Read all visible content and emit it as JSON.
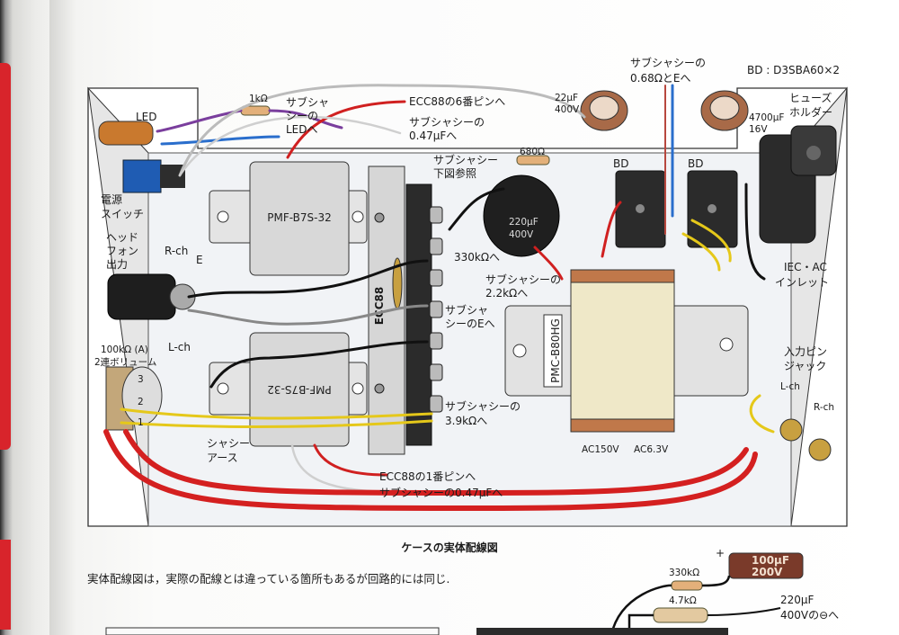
{
  "caption": "ケースの実体配線図",
  "note": "実体配線図は，実際の配線とは違っている箇所もあるが回路的には同じ.",
  "diagram": {
    "transformer_top": "PMF-B7S-32",
    "transformer_bottom": "PMF-B7S-32",
    "power_transformer": "PMC-B80HG",
    "tube_label": "ECC88",
    "bd": "BD",
    "block_cap_value": "220μF",
    "block_cap_voltage": "400V",
    "labels": {
      "led": "LED",
      "r1k": "1kΩ",
      "sub_chassis_led_1": "サブシャ",
      "sub_chassis_led_2": "シーの",
      "sub_chassis_led_3": "LEDへ",
      "ecc88_pin6": "ECC88の6番ピンへ",
      "sub_047_top_1": "サブシャシーの",
      "sub_047_top_2": "0.47μFへ",
      "sub_see_1": "サブシャシー",
      "sub_see_2": "下図参照",
      "r680": "680Ω",
      "power_switch_1": "電源",
      "power_switch_2": "スイッチ",
      "headphone_1": "ヘッド",
      "headphone_2": "フォン",
      "headphone_3": "出力",
      "r_ch": "R-ch",
      "e": "E",
      "l_ch": "L-ch",
      "volume_1": "100kΩ (A)",
      "volume_2": "2連ボリューム",
      "pot_3": "3",
      "pot_2": "2",
      "pot_1": "1",
      "chassis_earth_1": "シャシー",
      "chassis_earth_2": "アース",
      "r330k": "330kΩへ",
      "sub_22k_1": "サブシャシーの",
      "sub_22k_2": "2.2kΩへ",
      "sub_e_1": "サブシャ",
      "sub_e_2": "シーのEへ",
      "sub_39k_1": "サブシャシーの",
      "sub_39k_2": "3.9kΩへ",
      "ecc88_pin1": "ECC88の1番ピンへ",
      "sub_047_bottom": "サブシャシーの0.47μFへ",
      "ac150": "AC150V",
      "ac63": "AC6.3V",
      "cap22uf": "22μF",
      "cap22v": "400V",
      "sub_068_1": "サブシャシーの",
      "sub_068_2": "0.68ΩとEへ",
      "bd_spec": "BD : D3SBA60×2",
      "cap4700uf": "4700μF",
      "cap4700v": "16V",
      "fuse_1": "ヒューズ",
      "fuse_2": "ホルダー",
      "iec_1": "IEC・AC",
      "iec_2": "インレット",
      "input_pin_1": "入力ピン",
      "input_pin_2": "ジャック"
    }
  },
  "lower": {
    "cap_value": "100μF",
    "cap_voltage": "200V",
    "plus": "+",
    "r330k": "330kΩ",
    "r47k": "4.7kΩ",
    "note_1": "220μF",
    "note_2": "400Vの⊖へ"
  }
}
